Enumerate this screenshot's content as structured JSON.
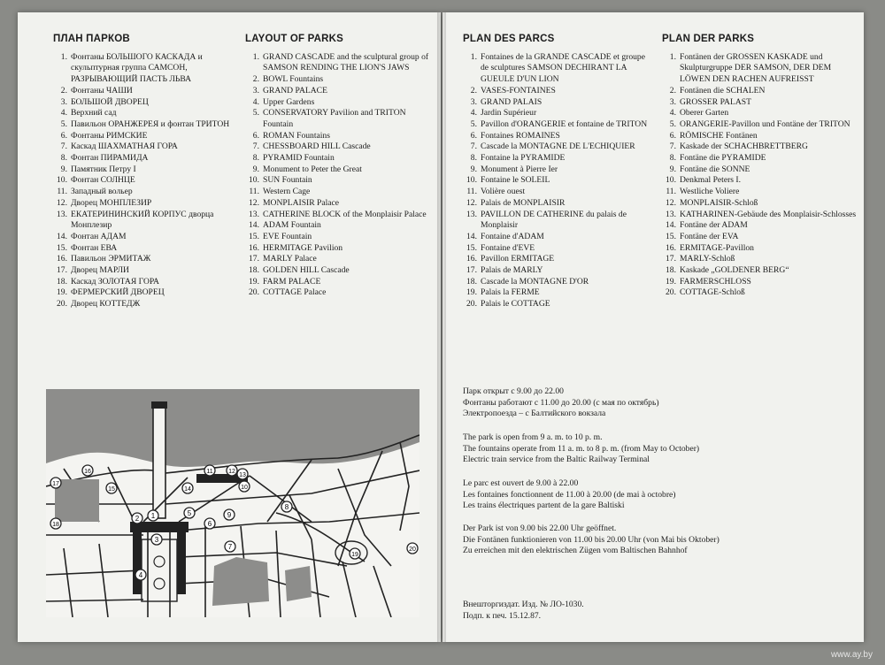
{
  "columns": {
    "ru": {
      "title": "ПЛАН ПАРКОВ",
      "items": [
        {
          "n": "1.",
          "t": "Фонтаны БОЛЬШОГО КАСКАДА и скульптурная группа САМСОН, РАЗРЫВАЮЩИЙ ПАСТЬ ЛЬВА"
        },
        {
          "n": "2.",
          "t": "Фонтаны ЧАШИ"
        },
        {
          "n": "3.",
          "t": "БОЛЬШОЙ ДВОРЕЦ"
        },
        {
          "n": "4.",
          "t": "Верхний сад"
        },
        {
          "n": "5.",
          "t": "Павильон ОРАНЖЕРЕЯ и фонтан ТРИТОН"
        },
        {
          "n": "6.",
          "t": "Фонтаны РИМСКИЕ"
        },
        {
          "n": "7.",
          "t": "Каскад ШАХМАТНАЯ ГОРА"
        },
        {
          "n": "8.",
          "t": "Фонтан ПИРАМИДА"
        },
        {
          "n": "9.",
          "t": "Памятник Петру I"
        },
        {
          "n": "10.",
          "t": "Фонтан СОЛНЦЕ"
        },
        {
          "n": "11.",
          "t": "Западный вольер"
        },
        {
          "n": "12.",
          "t": "Дворец МОНПЛЕЗИР"
        },
        {
          "n": "13.",
          "t": "ЕКАТЕРИНИНСКИЙ КОРПУС дворца Монплезир"
        },
        {
          "n": "14.",
          "t": "Фонтан АДАМ"
        },
        {
          "n": "15.",
          "t": "Фонтан ЕВА"
        },
        {
          "n": "16.",
          "t": "Павильон ЭРМИТАЖ"
        },
        {
          "n": "17.",
          "t": "Дворец МАРЛИ"
        },
        {
          "n": "18.",
          "t": "Каскад ЗОЛОТАЯ ГОРА"
        },
        {
          "n": "19.",
          "t": "ФЕРМЕРСКИЙ ДВОРЕЦ"
        },
        {
          "n": "20.",
          "t": "Дворец КОТТЕДЖ"
        }
      ]
    },
    "en": {
      "title": "LAYOUT OF PARKS",
      "items": [
        {
          "n": "1.",
          "t": "GRAND CASCADE and the sculptural group of SAMSON RENDING THE LION'S JAWS"
        },
        {
          "n": "2.",
          "t": "BOWL Fountains"
        },
        {
          "n": "3.",
          "t": "GRAND PALACE"
        },
        {
          "n": "4.",
          "t": "Upper Gardens"
        },
        {
          "n": "5.",
          "t": "CONSERVATORY Pavilion and TRITON Fountain"
        },
        {
          "n": "6.",
          "t": "ROMAN Fountains"
        },
        {
          "n": "7.",
          "t": "CHESSBOARD HILL Cascade"
        },
        {
          "n": "8.",
          "t": "PYRAMID Fountain"
        },
        {
          "n": "9.",
          "t": "Monument to Peter the Great"
        },
        {
          "n": "10.",
          "t": "SUN Fountain"
        },
        {
          "n": "11.",
          "t": "Western Cage"
        },
        {
          "n": "12.",
          "t": "MONPLAISIR Palace"
        },
        {
          "n": "13.",
          "t": "CATHERINE BLOCK of the Monplaisir Palace"
        },
        {
          "n": "14.",
          "t": "ADAM Fountain"
        },
        {
          "n": "15.",
          "t": "EVE Fountain"
        },
        {
          "n": "16.",
          "t": "HERMITAGE Pavilion"
        },
        {
          "n": "17.",
          "t": "MARLY Palace"
        },
        {
          "n": "18.",
          "t": "GOLDEN HILL Cascade"
        },
        {
          "n": "19.",
          "t": "FARM PALACE"
        },
        {
          "n": "20.",
          "t": "COTTAGE Palace"
        }
      ]
    },
    "fr": {
      "title": "PLAN DES PARCS",
      "items": [
        {
          "n": "1.",
          "t": "Fontaines de la GRANDE CASCADE et groupe de sculptures SAMSON DECHIRANT LA GUEULE D'UN LION"
        },
        {
          "n": "2.",
          "t": "VASES-FONTAINES"
        },
        {
          "n": "3.",
          "t": "GRAND PALAIS"
        },
        {
          "n": "4.",
          "t": "Jardin Supérieur"
        },
        {
          "n": "5.",
          "t": "Pavillon d'ORANGERIE et fontaine de TRITON"
        },
        {
          "n": "6.",
          "t": "Fontaines ROMAINES"
        },
        {
          "n": "7.",
          "t": "Cascade la MONTAGNE DE L'ECHIQUIER"
        },
        {
          "n": "8.",
          "t": "Fontaine la PYRAMIDE"
        },
        {
          "n": "9.",
          "t": "Monument à Pierre Ier"
        },
        {
          "n": "10.",
          "t": "Fontaine le SOLEIL"
        },
        {
          "n": "11.",
          "t": "Volière ouest"
        },
        {
          "n": "12.",
          "t": "Palais de MONPLAISIR"
        },
        {
          "n": "13.",
          "t": "PAVILLON DE CATHERINE du palais de Monplaisir"
        },
        {
          "n": "14.",
          "t": "Fontaine d'ADAM"
        },
        {
          "n": "15.",
          "t": "Fontaine d'EVE"
        },
        {
          "n": "16.",
          "t": "Pavillon ERMITAGE"
        },
        {
          "n": "17.",
          "t": "Palais de MARLY"
        },
        {
          "n": "18.",
          "t": "Cascade la MONTAGNE D'OR"
        },
        {
          "n": "19.",
          "t": "Palais la FERME"
        },
        {
          "n": "20.",
          "t": "Palais le COTTAGE"
        }
      ]
    },
    "de": {
      "title": "PLAN DER PARKS",
      "items": [
        {
          "n": "1.",
          "t": "Fontänen der GROSSEN KASKADE und Skulpturgruppe DER SAMSON, DER DEM LÖWEN DEN RACHEN AUFREISST"
        },
        {
          "n": "2.",
          "t": "Fontänen die SCHALEN"
        },
        {
          "n": "3.",
          "t": "GROSSER PALAST"
        },
        {
          "n": "4.",
          "t": "Oberer Garten"
        },
        {
          "n": "5.",
          "t": "ORANGERIE-Pavillon und Fontäne der TRITON"
        },
        {
          "n": "6.",
          "t": "RÖMISCHE Fontänen"
        },
        {
          "n": "7.",
          "t": "Kaskade der SCHACHBRETTBERG"
        },
        {
          "n": "8.",
          "t": "Fontäne die PYRAMIDE"
        },
        {
          "n": "9.",
          "t": "Fontäne die SONNE"
        },
        {
          "n": "10.",
          "t": "Denkmal Peters I."
        },
        {
          "n": "11.",
          "t": "Westliche Voliere"
        },
        {
          "n": "12.",
          "t": "MONPLAISIR-Schloß"
        },
        {
          "n": "13.",
          "t": "KATHARINEN-Gebäude des Monplaisir-Schlosses"
        },
        {
          "n": "14.",
          "t": "Fontäne der ADAM"
        },
        {
          "n": "15.",
          "t": "Fontäne der EVA"
        },
        {
          "n": "16.",
          "t": "ERMITAGE-Pavillon"
        },
        {
          "n": "17.",
          "t": "MARLY-Schloß"
        },
        {
          "n": "18.",
          "t": "Kaskade „GOLDENER BERG“"
        },
        {
          "n": "19.",
          "t": "FARMERSCHLOSS"
        },
        {
          "n": "20.",
          "t": "COTTAGE-Schloß"
        }
      ]
    }
  },
  "info": {
    "ru": [
      "Парк открыт с 9.00 до 22.00",
      "Фонтаны работают с 11.00 до 20.00 (с мая по октябрь)",
      "Электропоезда – с Балтийского вокзала"
    ],
    "en": [
      "The park is open from 9 a. m. to 10 p. m.",
      "The fountains operate from 11 a. m. to 8 p. m. (from May to October)",
      "Electric train service from the Baltic Railway Terminal"
    ],
    "fr": [
      "Le parc est ouvert de 9.00 à 22.00",
      "Les fontaines fonctionnent de 11.00 à 20.00 (de mai à octobre)",
      "Les trains électriques partent de la gare Baltiski"
    ],
    "de": [
      "Der Park ist von 9.00 bis 22.00 Uhr geöffnet.",
      "Die Fontänen funktionieren von 11.00 bis 20.00 Uhr (von Mai bis Oktober)",
      "Zu erreichen mit den elektrischen Zügen vom Baltischen Bahnhof"
    ]
  },
  "imprint": [
    "Внешторгиздат. Изд. № ЛО-1030.",
    "Подп. к печ. 15.12.87."
  ],
  "map": {
    "markers": [
      "1",
      "2",
      "3",
      "4",
      "5",
      "6",
      "7",
      "8",
      "9",
      "10",
      "11",
      "12",
      "13",
      "14",
      "15",
      "16",
      "17",
      "18",
      "19",
      "20"
    ]
  },
  "watermark": "www.ay.by"
}
